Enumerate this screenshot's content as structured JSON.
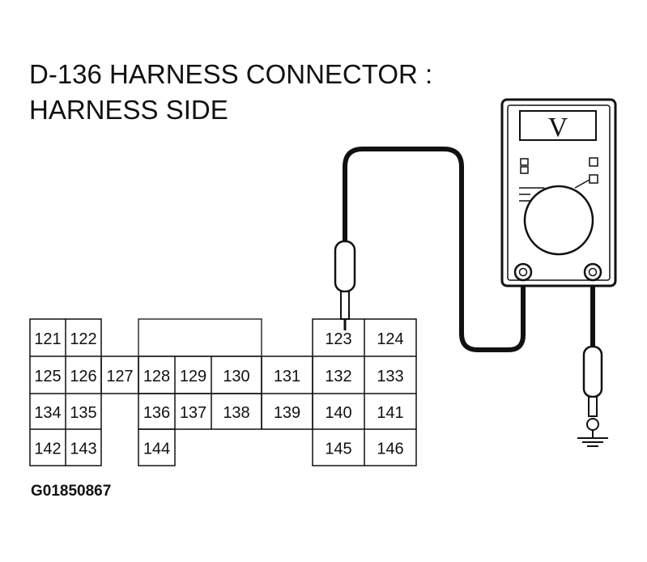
{
  "title": {
    "line1": "D-136 HARNESS CONNECTOR :",
    "line2": "HARNESS SIDE"
  },
  "figure_id": "G01850867",
  "meter": {
    "display": "V"
  },
  "connector": {
    "pins": [
      {
        "label": "121",
        "row": 0,
        "col": 0
      },
      {
        "label": "122",
        "row": 0,
        "col": 1
      },
      {
        "label": "123",
        "row": 0,
        "col": 9
      },
      {
        "label": "124",
        "row": 0,
        "col": 10
      },
      {
        "label": "125",
        "row": 1,
        "col": 0
      },
      {
        "label": "126",
        "row": 1,
        "col": 1
      },
      {
        "label": "127",
        "row": 1,
        "col": 2
      },
      {
        "label": "128",
        "row": 1,
        "col": 3
      },
      {
        "label": "129",
        "row": 1,
        "col": 4
      },
      {
        "label": "130",
        "row": 1,
        "col": 5
      },
      {
        "label": "131",
        "row": 1,
        "col": 7
      },
      {
        "label": "132",
        "row": 1,
        "col": 9
      },
      {
        "label": "133",
        "row": 1,
        "col": 10
      },
      {
        "label": "134",
        "row": 2,
        "col": 0
      },
      {
        "label": "135",
        "row": 2,
        "col": 1
      },
      {
        "label": "136",
        "row": 2,
        "col": 3
      },
      {
        "label": "137",
        "row": 2,
        "col": 4
      },
      {
        "label": "138",
        "row": 2,
        "col": 5
      },
      {
        "label": "139",
        "row": 2,
        "col": 7
      },
      {
        "label": "140",
        "row": 2,
        "col": 9
      },
      {
        "label": "141",
        "row": 2,
        "col": 10
      },
      {
        "label": "142",
        "row": 3,
        "col": 0
      },
      {
        "label": "143",
        "row": 3,
        "col": 1
      },
      {
        "label": "144",
        "row": 3,
        "col": 3
      },
      {
        "label": "145",
        "row": 3,
        "col": 9
      },
      {
        "label": "146",
        "row": 3,
        "col": 10
      }
    ]
  }
}
